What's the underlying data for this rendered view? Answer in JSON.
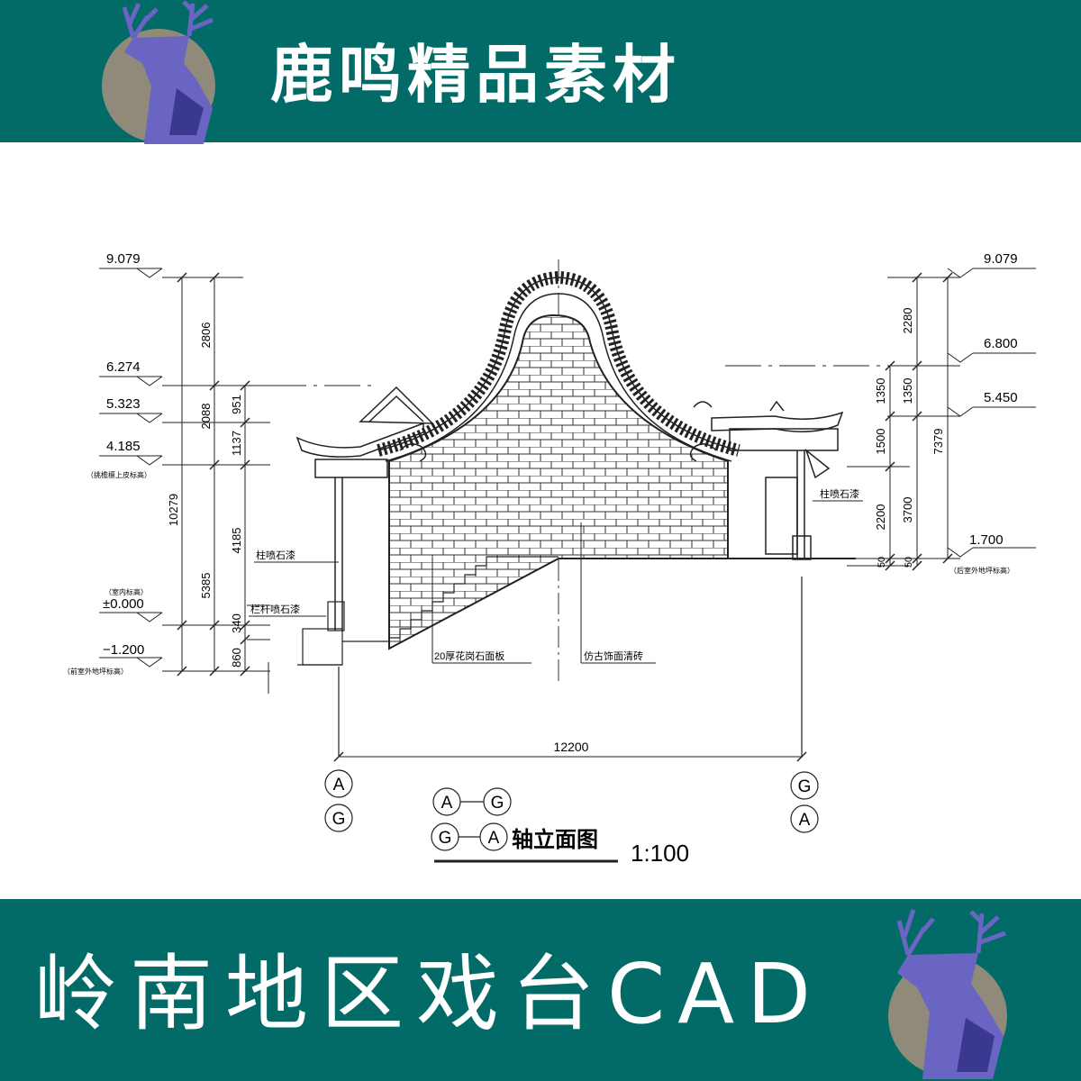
{
  "header": {
    "brand_title": "鹿鸣精品素材"
  },
  "footer": {
    "product_title": "岭南地区戏台CAD"
  },
  "colors": {
    "band": "#036b67",
    "logo_circle": "#8f8a7a",
    "logo_deer": "#6a64c2",
    "logo_deer_dark": "#3b3890",
    "line": "#222222"
  },
  "drawing": {
    "left_levels": {
      "top": "9.079",
      "l1": "6.274",
      "l2": "5.323",
      "l3": "4.185",
      "l3_note": "（挑檐檩上皮标高）",
      "indoor_note": "（室内标高）",
      "indoor": "±0.000",
      "outdoor": "−1.200",
      "outdoor_note": "（前室外地坪标高）"
    },
    "left_dims": {
      "d2806": "2806",
      "d2088": "2088",
      "d951": "951",
      "d1137": "1137",
      "d10279": "10279",
      "d4185": "4185",
      "d5385": "5385",
      "d340": "340",
      "d860": "860"
    },
    "right_levels": {
      "top": "9.079",
      "l1": "6.800",
      "l2": "5.450",
      "l3": "1.700",
      "l3_note": "（后室外地坪标高）"
    },
    "right_dims": {
      "d2280": "2280",
      "d1350a": "1350",
      "d1350b": "1350",
      "d1500": "1500",
      "d7379": "7379",
      "d2200": "2200",
      "d3700": "3700",
      "d50a": "50",
      "d50b": "50"
    },
    "notes": {
      "column_left": "柱喷石漆",
      "rail": "栏杆喷石漆",
      "column_right": "柱喷石漆",
      "granite": "20厚花岗石面板",
      "brick": "仿古饰面清砖"
    },
    "bottom_dim": "12200",
    "axes": {
      "a": "A",
      "g": "G"
    },
    "caption": {
      "title": "轴立面图",
      "scale": "1:100"
    }
  }
}
